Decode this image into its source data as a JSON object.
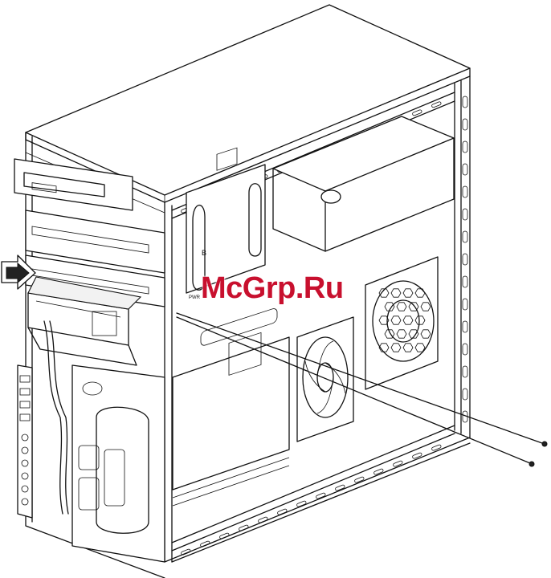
{
  "figure": {
    "watermark_text": "McGrp.Ru",
    "part_labels": {
      "bracket_letter": "B",
      "small_mark": "PWR"
    },
    "colors": {
      "line": "#111111",
      "watermark": "#c8102e",
      "background": "#ffffff"
    },
    "icons": {
      "insert_arrow": "arrow-right-icon"
    }
  }
}
